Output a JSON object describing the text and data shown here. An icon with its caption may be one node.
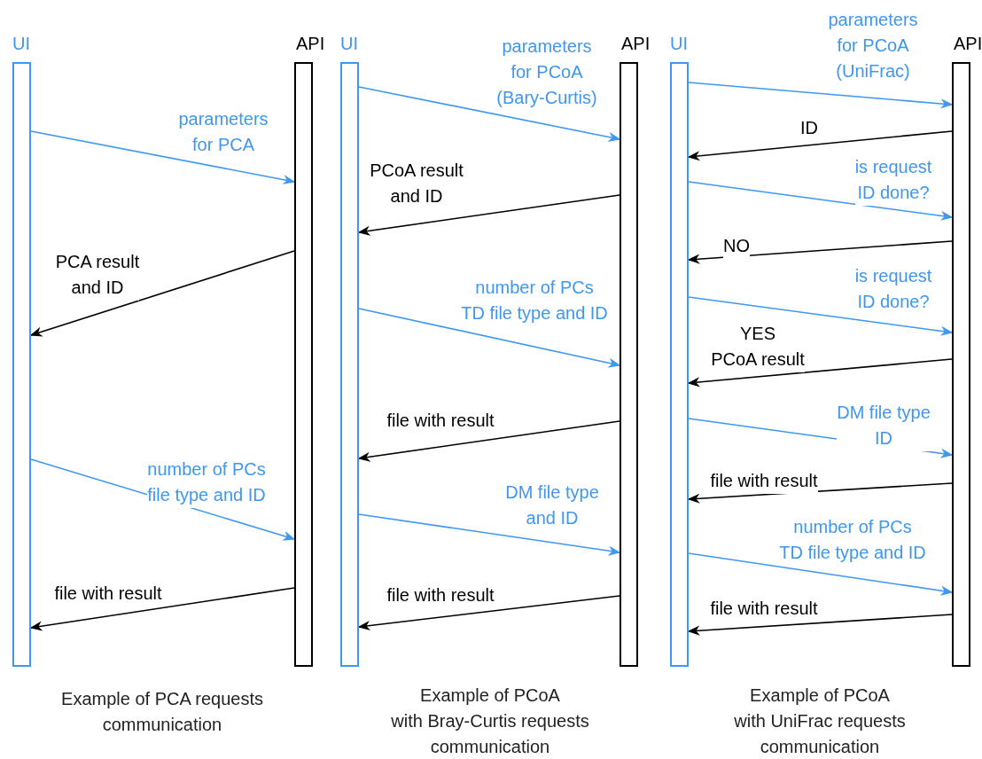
{
  "diagram": {
    "nodes": [
      {
        "text": [
          "UI"
        ]
      },
      {
        "text": [
          "API"
        ]
      },
      {
        "text": [
          "UI"
        ]
      },
      {
        "text": [
          "API"
        ]
      },
      {
        "text": [
          "UI"
        ]
      },
      {
        "text": [
          "API"
        ]
      }
    ],
    "edges": [
      {
        "from": 0,
        "to": 1,
        "arrow": "to",
        "label": "parameters for PCA",
        "color": "#3f97f2"
      },
      {
        "from": 1,
        "to": 0,
        "arrow": "to",
        "label": "PCA result and ID",
        "color": "#000000"
      },
      {
        "from": 0,
        "to": 1,
        "arrow": "to",
        "label": "number of PCs file type and ID",
        "color": "#3f97f2"
      },
      {
        "from": 1,
        "to": 0,
        "arrow": "to",
        "label": "file with result",
        "color": "#000000"
      },
      {
        "from": 2,
        "to": 3,
        "arrow": "to",
        "label": "parameters for PCoA (Bary-Curtis)",
        "color": "#3f97f2"
      },
      {
        "from": 3,
        "to": 2,
        "arrow": "to",
        "label": "PCoA result and ID",
        "color": "#000000"
      },
      {
        "from": 2,
        "to": 3,
        "arrow": "to",
        "label": "number of PCs TD file type and ID",
        "color": "#3f97f2"
      },
      {
        "from": 3,
        "to": 2,
        "arrow": "to",
        "label": "file with result",
        "color": "#000000"
      },
      {
        "from": 2,
        "to": 3,
        "arrow": "to",
        "label": "DM file type and ID",
        "color": "#3f97f2"
      },
      {
        "from": 3,
        "to": 2,
        "arrow": "to",
        "label": "file with result",
        "color": "#000000"
      },
      {
        "from": 4,
        "to": 5,
        "arrow": "to",
        "label": "parameters for PCoA (UniFrac)",
        "color": "#3f97f2"
      },
      {
        "from": 5,
        "to": 4,
        "arrow": "to",
        "label": "ID",
        "color": "#000000"
      },
      {
        "from": 4,
        "to": 5,
        "arrow": "to",
        "label": "is request ID done?",
        "color": "#3f97f2"
      },
      {
        "from": 5,
        "to": 4,
        "arrow": "to",
        "label": "NO",
        "color": "#000000"
      },
      {
        "from": 4,
        "to": 5,
        "arrow": "to",
        "label": "is request ID done?",
        "color": "#3f97f2"
      },
      {
        "from": 5,
        "to": 4,
        "arrow": "to",
        "label": "YES PCoA result",
        "color": "#000000"
      },
      {
        "from": 4,
        "to": 5,
        "arrow": "to",
        "label": "DM file type ID",
        "color": "#3f97f2"
      },
      {
        "from": 5,
        "to": 4,
        "arrow": "to",
        "label": "file with result",
        "color": "#000000"
      },
      {
        "from": 4,
        "to": 5,
        "arrow": "to",
        "label": "number of PCs TD file type and ID",
        "color": "#3f97f2"
      },
      {
        "from": 5,
        "to": 4,
        "arrow": "to",
        "label": "file with result",
        "color": "#000000"
      }
    ],
    "labels": [
      "Example of PCA requests communication",
      "Example of PCoA with Bray-Curtis requests communication",
      "Example of PCoA with UniFrac requests communication"
    ]
  }
}
